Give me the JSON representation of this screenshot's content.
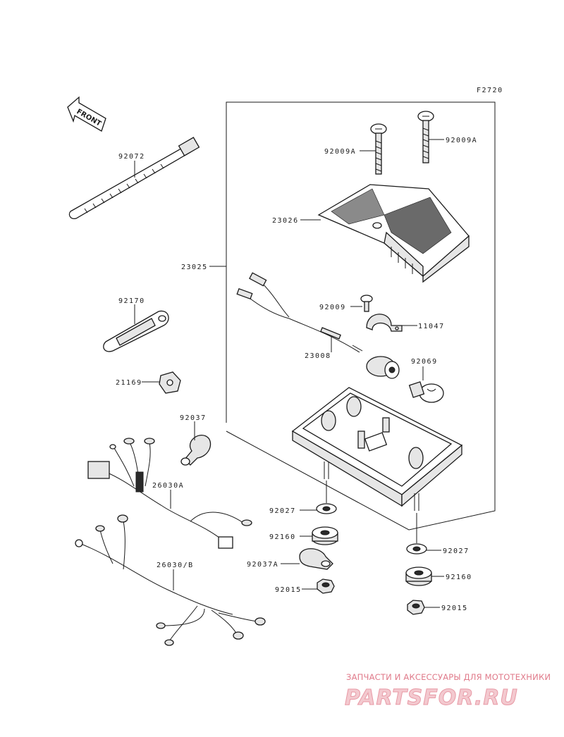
{
  "figure_code": "F2720",
  "front_label": "FRONT",
  "parts": {
    "screw_left": "92009A",
    "screw_right": "92009A",
    "lens": "23026",
    "assembly": "23025",
    "screw_small": "92009",
    "clamp": "11047",
    "socket_harness": "23008",
    "bulb": "92069",
    "strap": "92072",
    "bracket": "92170",
    "nut_clip": "21169",
    "clamp_small": "92037",
    "harness_a": "26030A",
    "harness_b": "26030/B",
    "collar_left": "92027",
    "grommet_left": "92160",
    "clamp_a": "92037A",
    "nut_left": "92015",
    "collar_right": "92027",
    "grommet_right": "92160",
    "nut_right": "92015"
  },
  "watermark": {
    "tagline": "ЗАПЧАСТИ И АКСЕССУАРЫ ДЛЯ МОТОТЕХНИКИ",
    "brand": "PARTSFOR.RU"
  }
}
